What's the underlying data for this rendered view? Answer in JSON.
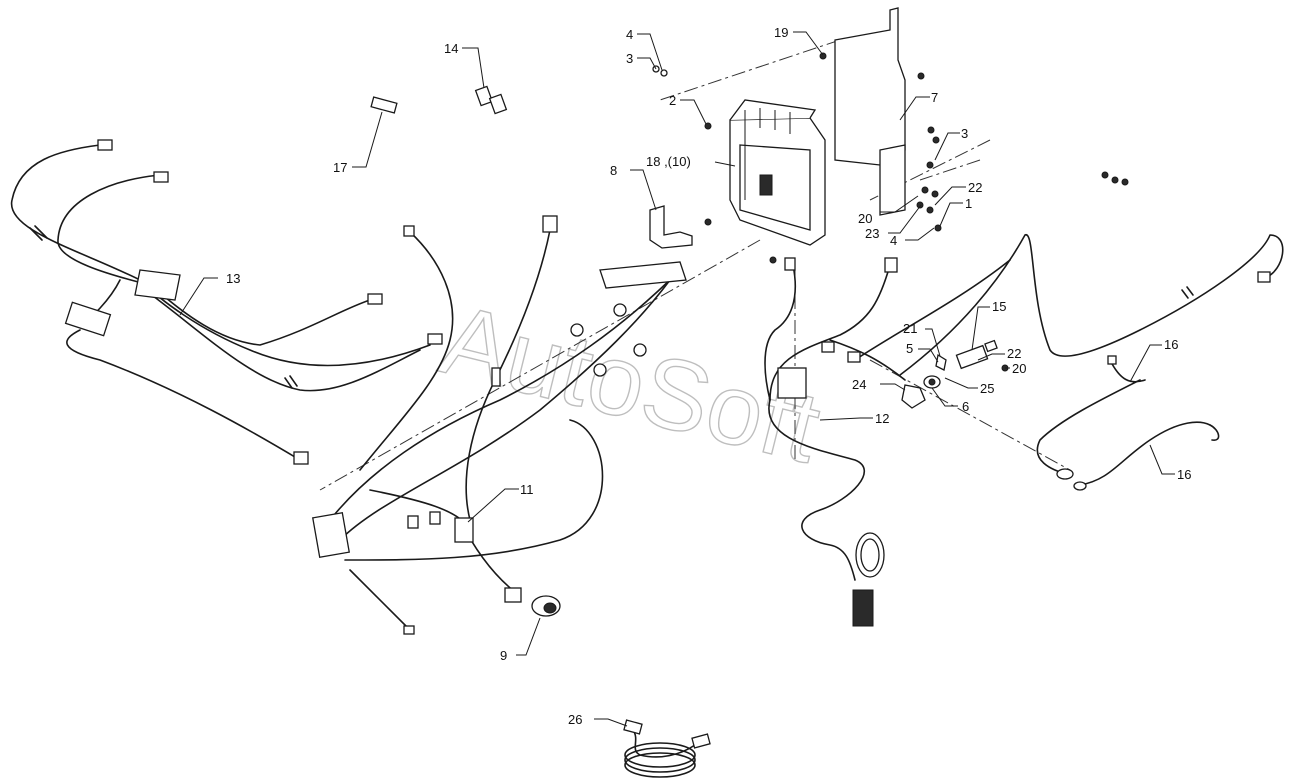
{
  "watermark": "AutoSoft",
  "callouts": [
    {
      "id": "c-1",
      "text": "1"
    },
    {
      "id": "c-2",
      "text": "2"
    },
    {
      "id": "c-3a",
      "text": "3"
    },
    {
      "id": "c-3b",
      "text": "3"
    },
    {
      "id": "c-4a",
      "text": "4"
    },
    {
      "id": "c-4b",
      "text": "4"
    },
    {
      "id": "c-5",
      "text": "5"
    },
    {
      "id": "c-6",
      "text": "6"
    },
    {
      "id": "c-7",
      "text": "7"
    },
    {
      "id": "c-8",
      "text": "8"
    },
    {
      "id": "c-9",
      "text": "9"
    },
    {
      "id": "c-11",
      "text": "11"
    },
    {
      "id": "c-12",
      "text": "12"
    },
    {
      "id": "c-13",
      "text": "13"
    },
    {
      "id": "c-14",
      "text": "14"
    },
    {
      "id": "c-15",
      "text": "15"
    },
    {
      "id": "c-16a",
      "text": "16"
    },
    {
      "id": "c-16b",
      "text": "16"
    },
    {
      "id": "c-17",
      "text": "17"
    },
    {
      "id": "c-18",
      "text": "18 ,(10)"
    },
    {
      "id": "c-19",
      "text": "19"
    },
    {
      "id": "c-20a",
      "text": "20"
    },
    {
      "id": "c-20b",
      "text": "20"
    },
    {
      "id": "c-21",
      "text": "21"
    },
    {
      "id": "c-22a",
      "text": "22"
    },
    {
      "id": "c-22b",
      "text": "22"
    },
    {
      "id": "c-23",
      "text": "23"
    },
    {
      "id": "c-24",
      "text": "24"
    },
    {
      "id": "c-25",
      "text": "25"
    },
    {
      "id": "c-26",
      "text": "26"
    }
  ]
}
